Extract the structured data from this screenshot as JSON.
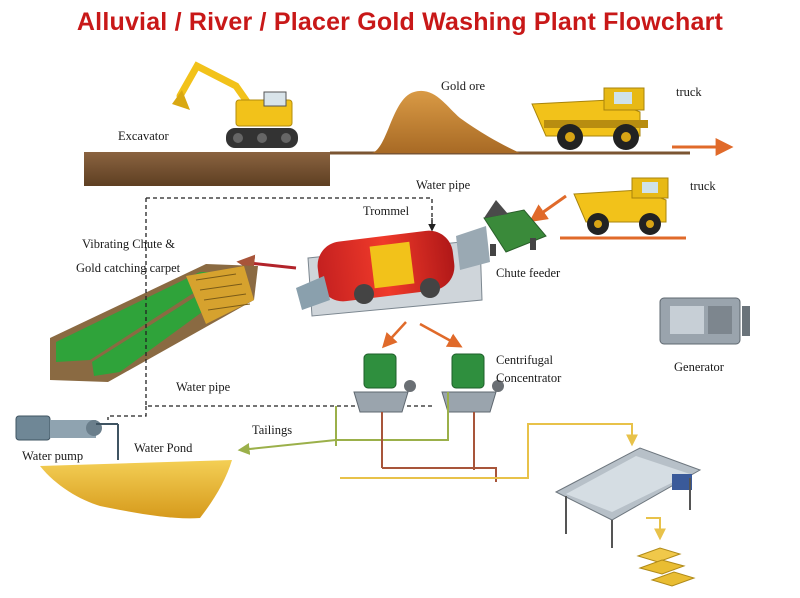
{
  "title": "Alluvial / River / Placer Gold Washing Plant Flowchart",
  "labels": {
    "excavator": "Excavator",
    "gold_ore": "Gold ore",
    "truck_top": "truck",
    "truck_mid": "truck",
    "water_pipe_top": "Water  pipe",
    "trommel": "Trommel",
    "vibrating_chute_1": "Vibrating Chute &",
    "vibrating_chute_2": "Gold catching carpet",
    "chute_feeder": "Chute feeder",
    "water_pipe_bottom": "Water  pipe",
    "centrifugal_1": "Centrifugal",
    "centrifugal_2": "Concentrator",
    "generator": "Generator",
    "tailings": "Tailings",
    "water_pond": "Water Pond",
    "water_pump": "Water pump"
  },
  "colors": {
    "title": "#c81818",
    "soil": "#7b5532",
    "ore": "#c8893a",
    "machine_yellow": "#f2c21a",
    "arrow_orange": "#e06a2a",
    "arrow_brown": "#a8553a",
    "flow_green": "#9bb04a",
    "flow_yellow": "#e8c24a",
    "pipe_dashed": "#222222",
    "carpet_green": "#2fa33a",
    "pond": "#e8b530"
  }
}
